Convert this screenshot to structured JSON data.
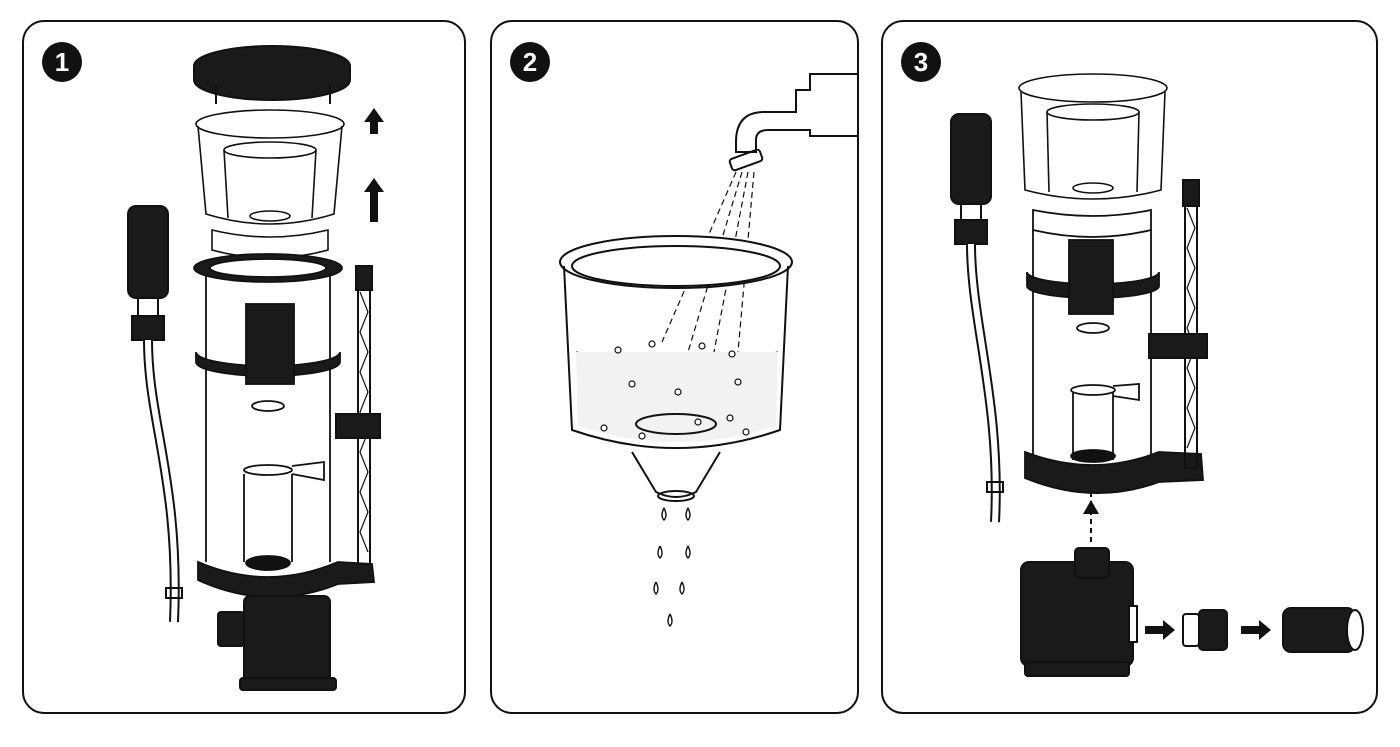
{
  "steps": [
    {
      "number": "1",
      "icon": "disassembled-skimmer-illustration"
    },
    {
      "number": "2",
      "icon": "rinsing-collection-cup-illustration"
    },
    {
      "number": "3",
      "icon": "reassembled-skimmer-illustration"
    }
  ],
  "colors": {
    "ink": "#111111",
    "water": "#e8e8e8",
    "glass": "#f4f4f4",
    "background": "#ffffff"
  }
}
